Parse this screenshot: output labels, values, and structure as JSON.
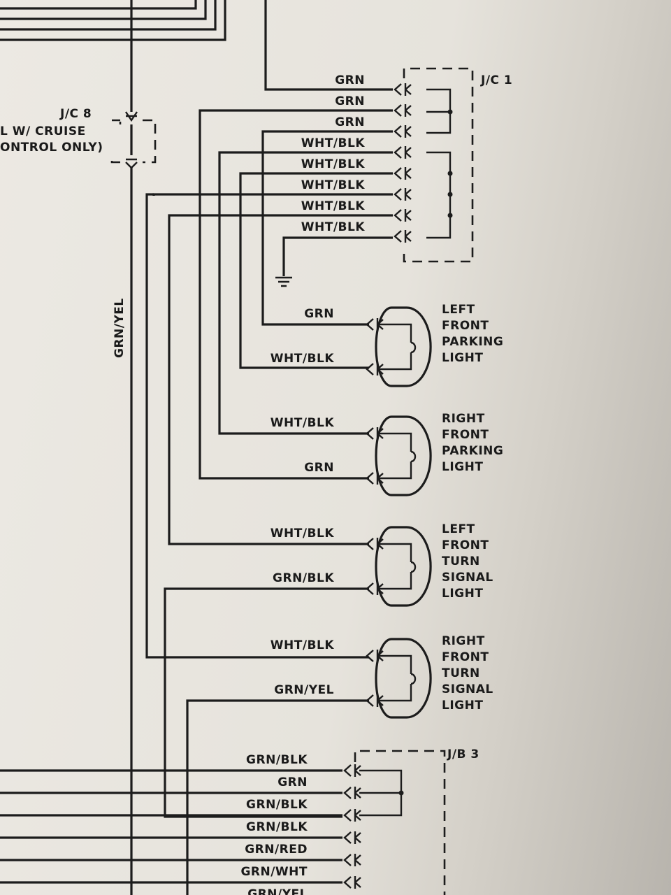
{
  "connectors": {
    "jc1": "J/C 1",
    "jc8": "J/C 8",
    "jb3": "J/B 3"
  },
  "jc8_note": [
    "L W/ CRUISE",
    "ONTROL ONLY)"
  ],
  "vertical_wire_label": "GRN/YEL",
  "jc1_wires": [
    "GRN",
    "GRN",
    "GRN",
    "WHT/BLK",
    "WHT/BLK",
    "WHT/BLK",
    "WHT/BLK",
    "WHT/BLK"
  ],
  "lights": [
    {
      "lines": [
        "LEFT",
        "FRONT",
        "PARKING",
        "LIGHT"
      ],
      "top_wire": "GRN",
      "bottom_wire": "WHT/BLK"
    },
    {
      "lines": [
        "RIGHT",
        "FRONT",
        "PARKING",
        "LIGHT"
      ],
      "top_wire": "WHT/BLK",
      "bottom_wire": "GRN"
    },
    {
      "lines": [
        "LEFT",
        "FRONT",
        "TURN",
        "SIGNAL",
        "LIGHT"
      ],
      "top_wire": "WHT/BLK",
      "bottom_wire": "GRN/BLK"
    },
    {
      "lines": [
        "RIGHT",
        "FRONT",
        "TURN",
        "SIGNAL",
        "LIGHT"
      ],
      "top_wire": "WHT/BLK",
      "bottom_wire": "GRN/YEL"
    }
  ],
  "jb3_wires": [
    "GRN/BLK",
    "GRN",
    "GRN/BLK",
    "GRN/BLK",
    "GRN/RED",
    "GRN/WHT",
    "GRN/YEL"
  ]
}
